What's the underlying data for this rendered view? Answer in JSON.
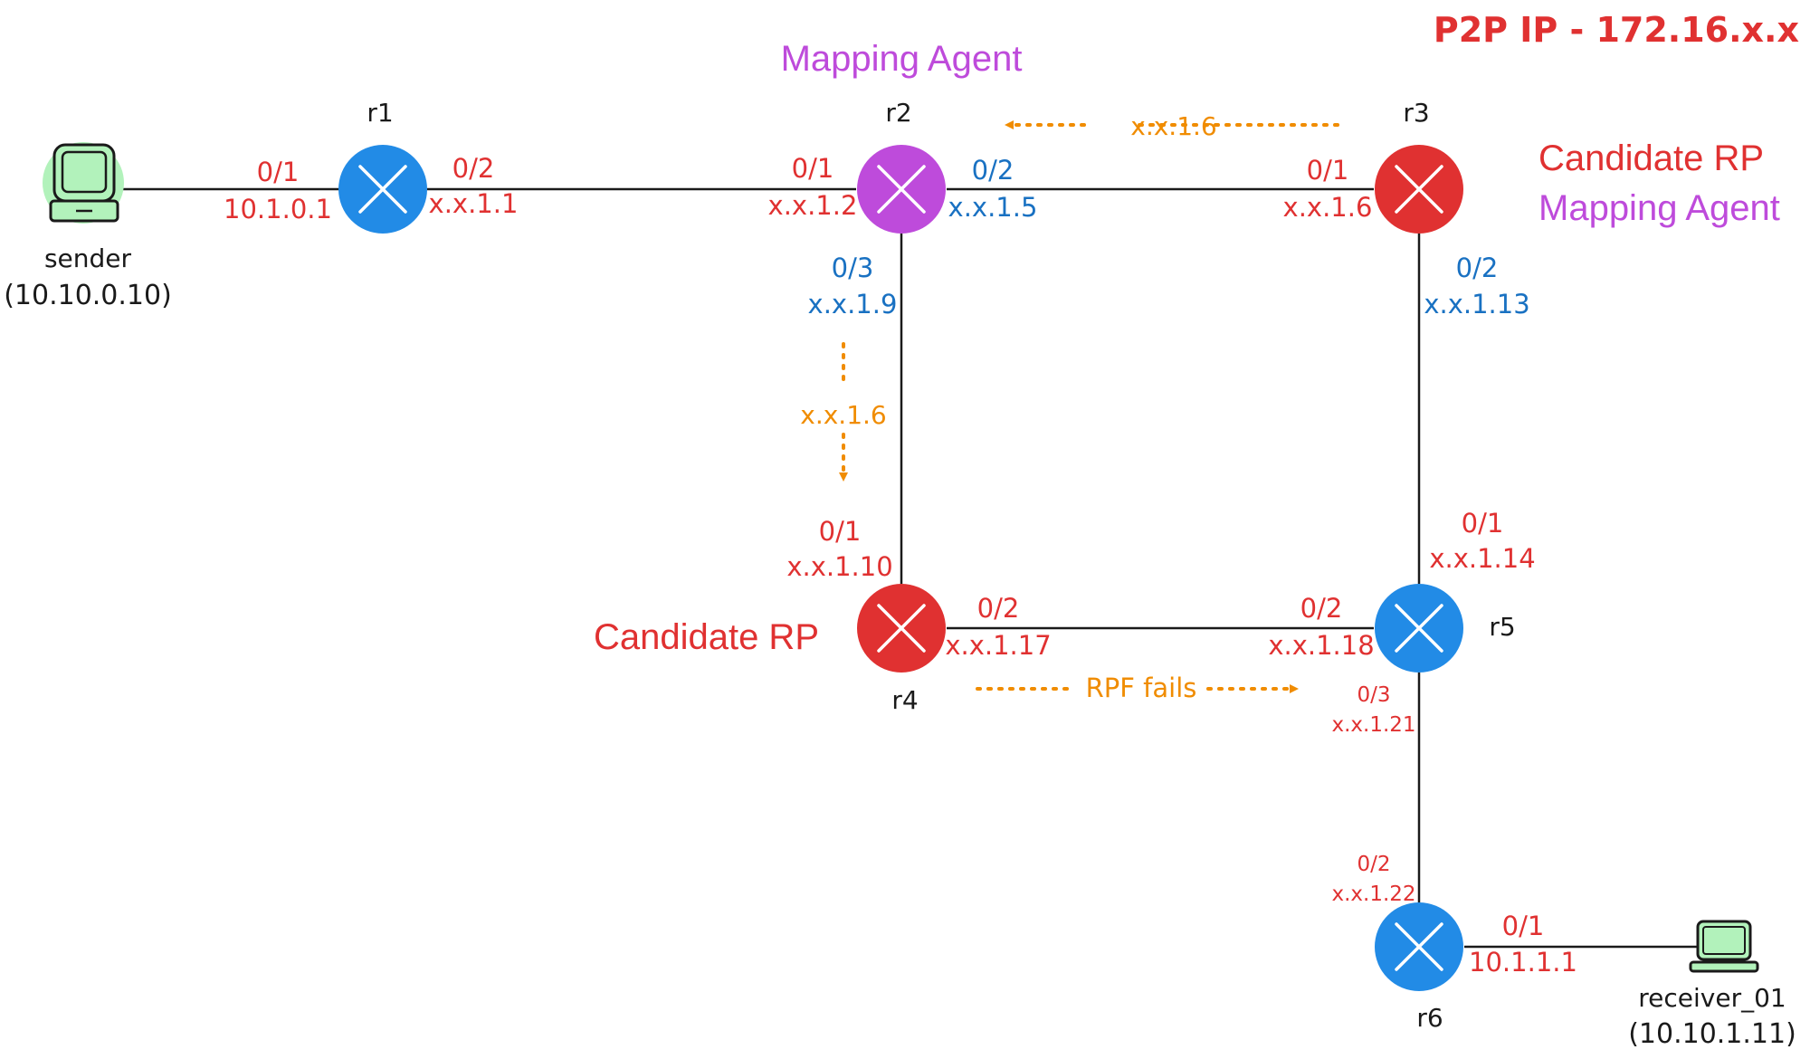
{
  "colors": {
    "blue": "#228be6",
    "red": "#e03131",
    "purple": "#be4bdb",
    "orange": "#f08c00",
    "black": "#1a1a1a",
    "host_fill": "#b2f2bb"
  },
  "header": {
    "p2p_ip": "P2P IP - 172.16.x.x"
  },
  "roles": {
    "r2_role": "Mapping Agent",
    "r3_role_1": "Candidate RP",
    "r3_role_2": "Mapping Agent",
    "r4_role": "Candidate RP"
  },
  "routers": {
    "r1": {
      "name": "r1",
      "color": "blue"
    },
    "r2": {
      "name": "r2",
      "color": "purple"
    },
    "r3": {
      "name": "r3",
      "color": "red"
    },
    "r4": {
      "name": "r4",
      "color": "red"
    },
    "r5": {
      "name": "r5",
      "color": "blue"
    },
    "r6": {
      "name": "r6",
      "color": "blue"
    }
  },
  "hosts": {
    "sender": {
      "name": "sender",
      "ip": "(10.10.0.10)",
      "icon": "monitor-icon"
    },
    "receiver": {
      "name": "receiver_01",
      "ip": "(10.10.1.11)",
      "icon": "laptop-icon"
    }
  },
  "interfaces": {
    "r1_01": {
      "port": "0/1",
      "ip": "10.1.0.1"
    },
    "r1_02": {
      "port": "0/2",
      "ip": "x.x.1.1"
    },
    "r2_01": {
      "port": "0/1",
      "ip": "x.x.1.2"
    },
    "r2_02": {
      "port": "0/2",
      "ip": "x.x.1.5"
    },
    "r2_03": {
      "port": "0/3",
      "ip": "x.x.1.9"
    },
    "r3_01": {
      "port": "0/1",
      "ip": "x.x.1.6"
    },
    "r3_02": {
      "port": "0/2",
      "ip": "x.x.1.13"
    },
    "r4_01": {
      "port": "0/1",
      "ip": "x.x.1.10"
    },
    "r4_02": {
      "port": "0/2",
      "ip": "x.x.1.17"
    },
    "r5_01": {
      "port": "0/1",
      "ip": "x.x.1.14"
    },
    "r5_02": {
      "port": "0/2",
      "ip": "x.x.1.18"
    },
    "r5_03": {
      "port": "0/3",
      "ip": "x.x.1.21"
    },
    "r6_02": {
      "port": "0/2",
      "ip": "x.x.1.22"
    },
    "r6_01": {
      "port": "0/1",
      "ip": "10.1.1.1"
    }
  },
  "flows": {
    "r3_to_r2": "x.x.1.6",
    "r2_to_r4": "x.x.1.6",
    "r4_to_r5": "RPF fails"
  }
}
